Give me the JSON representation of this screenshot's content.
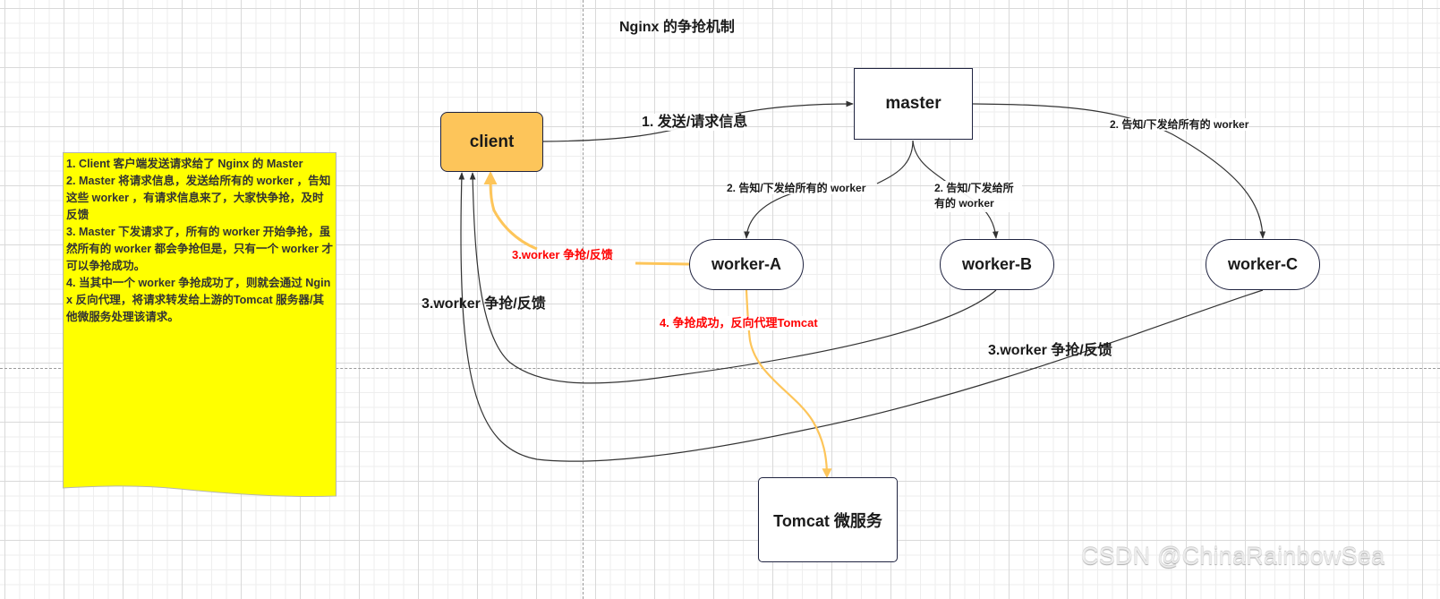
{
  "diagram": {
    "title": "Nginx 的争抢机制",
    "colors": {
      "client_fill": "#fdc55a",
      "node_border": "#1f2340",
      "note_fill": "#ffff00",
      "highlight_edge": "#fdc55a",
      "edge": "#333333",
      "red_label": "#ff0000"
    },
    "nodes": {
      "client": "client",
      "master": "master",
      "worker_a": "worker-A",
      "worker_b": "worker-B",
      "worker_c": "worker-C",
      "tomcat": "Tomcat 微服务"
    },
    "edge_labels": {
      "send_request": "1. 发送/请求信息",
      "notify_worker_a": "2. 告知/下发给所有的 worker",
      "notify_worker_b": "2. 告知/下发给所有的 worker",
      "notify_worker_c": "2. 告知/下发给所有的 worker",
      "worker_a_compete": "3.worker 争抢/反馈",
      "worker_b_compete": "3.worker 争抢/反馈",
      "worker_c_compete": "3.worker 争抢/反馈",
      "proxy_success": "4. 争抢成功，反向代理Tomcat"
    },
    "edges": [
      {
        "from": "client",
        "to": "master",
        "label_key": "send_request",
        "style": "normal"
      },
      {
        "from": "master",
        "to": "worker_a",
        "label_key": "notify_worker_a",
        "style": "normal"
      },
      {
        "from": "master",
        "to": "worker_b",
        "label_key": "notify_worker_b",
        "style": "normal"
      },
      {
        "from": "master",
        "to": "worker_c",
        "label_key": "notify_worker_c",
        "style": "normal"
      },
      {
        "from": "worker_a",
        "to": "client",
        "label_key": "worker_a_compete",
        "style": "highlight"
      },
      {
        "from": "worker_b",
        "to": "client",
        "label_key": "worker_b_compete",
        "style": "normal"
      },
      {
        "from": "worker_c",
        "to": "client",
        "label_key": "worker_c_compete",
        "style": "normal"
      },
      {
        "from": "worker_a",
        "to": "tomcat",
        "label_key": "proxy_success",
        "style": "highlight"
      }
    ],
    "note": {
      "lines": [
        "1. Client 客户端发送请求给了 Nginx 的 Master",
        "2. Master 将请求信息，发送给所有的 worker ，告知这些 worker ，有请求信息来了，大家快争抢，及时反馈",
        "3. Master 下发请求了，所有的 worker 开始争抢，虽然所有的 worker 都会争抢但是，只有一个 worker 才可以争抢成功。",
        "4. 当其中一个 worker 争抢成功了，则就会通过 Nginx 反向代理，将请求转发给上游的Tomcat 服务器/其他微服务处理该请求。"
      ]
    },
    "watermark": "CSDN @ChinaRainbowSea"
  }
}
